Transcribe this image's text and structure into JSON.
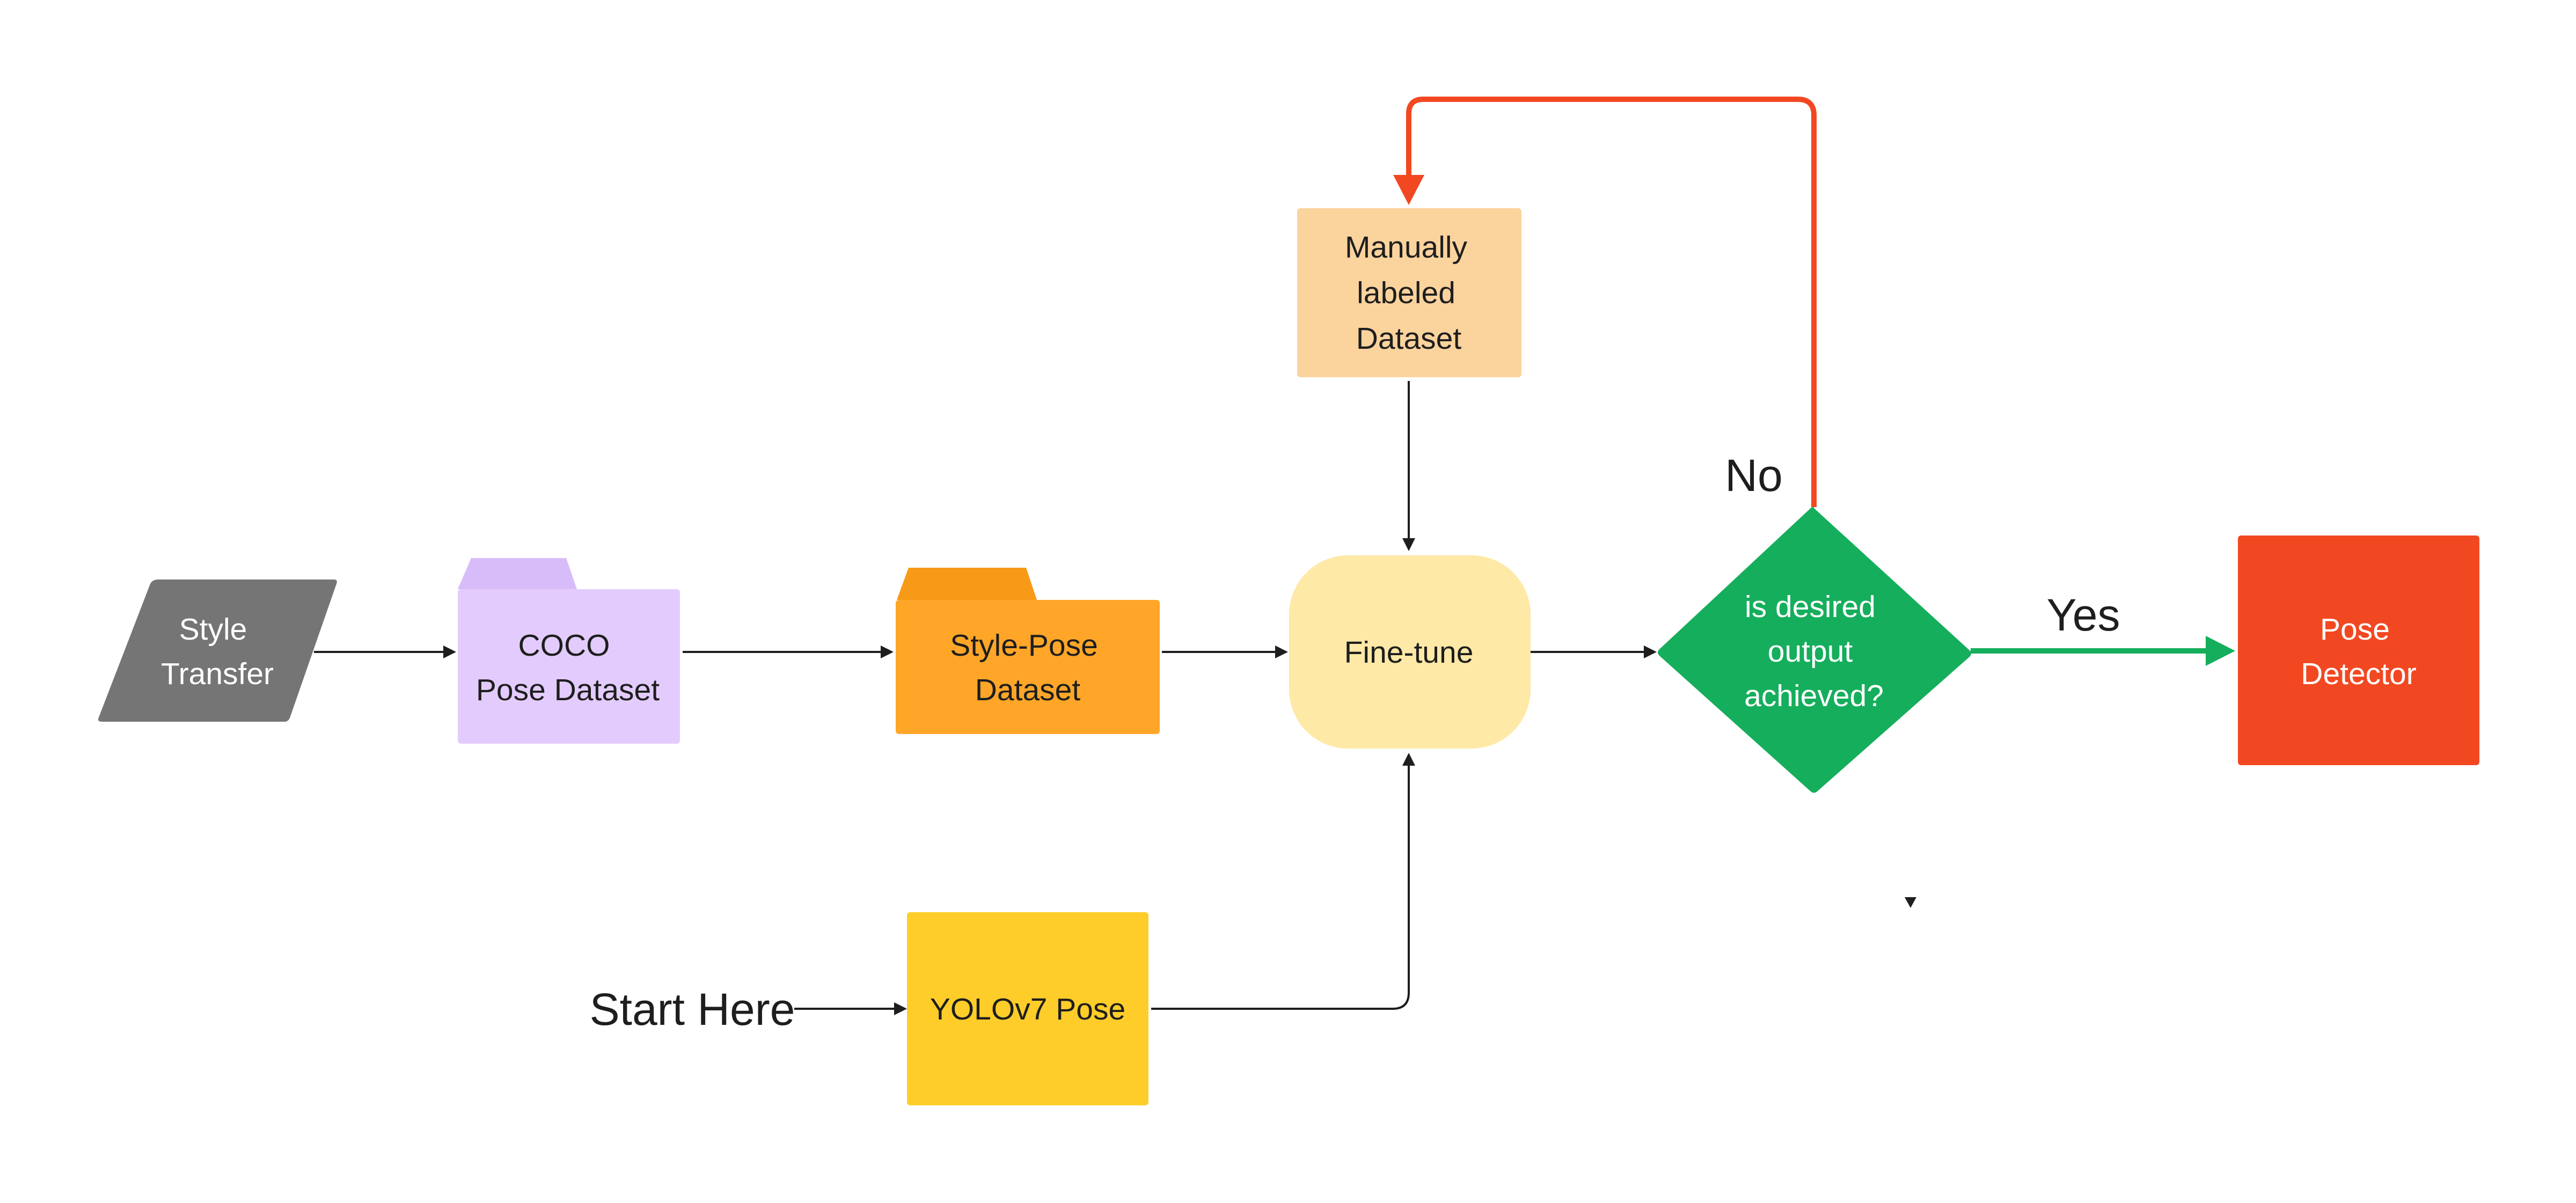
{
  "colors": {
    "style_transfer": "#757575",
    "coco_folder": "#e3ccfd",
    "coco_tab": "#d8bcfa",
    "style_pose_folder": "#ffa629",
    "style_pose_tab": "#f79a18",
    "manual_dataset": "#fbd39d",
    "fine_tune": "#fee9a6",
    "yolo": "#fecd29",
    "decision": "#15ae5c",
    "pose_detector": "#f24822",
    "no_arrow": "#f24822",
    "yes_arrow": "#15ae5c",
    "connector": "#1e1e1e"
  },
  "nodes": {
    "style_transfer": {
      "line1": "Style",
      "line2": "Transfer"
    },
    "coco": {
      "line1": "COCO",
      "line2": "Pose Dataset"
    },
    "style_pose": {
      "line1": "Style-Pose",
      "line2": "Dataset"
    },
    "manual": {
      "line1": "Manually",
      "line2": "labeled",
      "line3": "Dataset"
    },
    "fine_tune": {
      "label": "Fine-tune"
    },
    "yolo": {
      "label": "YOLOv7 Pose"
    },
    "decision": {
      "line1": "is desired",
      "line2": "output",
      "line3": "achieved?"
    },
    "pose_detector": {
      "line1": "Pose",
      "line2": "Detector"
    }
  },
  "labels": {
    "start": "Start Here",
    "no": "No",
    "yes": "Yes"
  }
}
